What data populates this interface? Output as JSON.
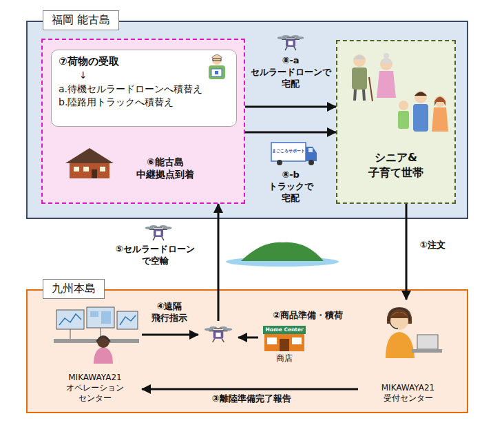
{
  "diagram": {
    "nodes": [
      {
        "text": [
          "福岡 能古島"
        ]
      },
      {
        "text": [
          "⑥能古島 中継拠点到着"
        ],
        "in": 0
      },
      {
        "text": [
          "⑦荷物の受取",
          "↓",
          "a.待機セルラードローンへ積替え",
          "b.陸路用トラックへ積替え"
        ],
        "in": 1
      },
      {
        "text": [
          "シニア& 子育て世帯"
        ],
        "in": 0
      },
      {
        "text": [
          "九州本島"
        ]
      },
      {
        "text": [
          "MIKAWAYA21 オペレーション センター"
        ],
        "in": 4
      },
      {
        "text": [],
        "in": 4
      },
      {
        "text": [
          "商店"
        ],
        "in": 4
      },
      {
        "text": [
          "MIKAWAYA21 受付センター"
        ],
        "in": 4
      }
    ],
    "edges": [
      {
        "from": 3,
        "to": 8,
        "label": "①注文",
        "arrow": "to"
      },
      {
        "from": 7,
        "to": 6,
        "label": "②商品準備・積荷",
        "arrow": "to"
      },
      {
        "from": 8,
        "to": 5,
        "label": "③離陸準備完了報告",
        "arrow": "to"
      },
      {
        "from": 5,
        "to": 6,
        "label": "④遠隔 飛行指示",
        "arrow": "to"
      },
      {
        "from": 6,
        "to": 1,
        "label": "⑤セルラードローン で空輸",
        "arrow": "to"
      },
      {
        "from": 1,
        "to": 3,
        "label": "⑧-a セルラードローンで 宅配",
        "arrow": "to"
      },
      {
        "from": 1,
        "to": 3,
        "label": "⑧-b トラックで 宅配",
        "arrow": "to"
      }
    ],
    "labels": [
      "Home Center",
      "まごころサポート"
    ]
  }
}
